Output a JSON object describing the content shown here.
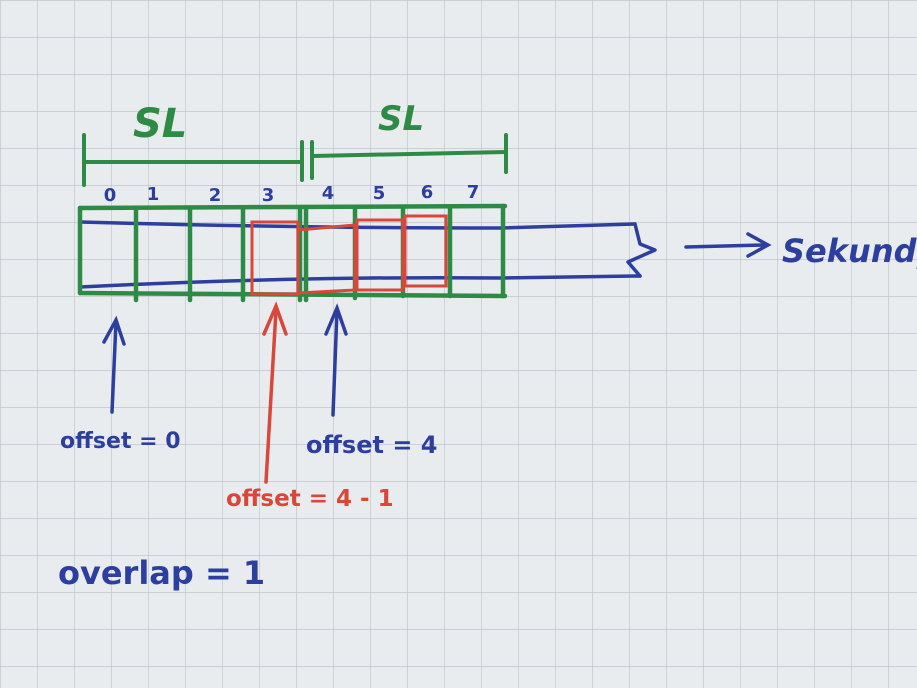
{
  "segments": [
    {
      "label": "SL"
    },
    {
      "label": "SL"
    }
  ],
  "cell_indices": [
    "0",
    "1",
    "2",
    "3",
    "4",
    "5",
    "6",
    "7"
  ],
  "blue_arrow_target": "Sekundy",
  "offsets": [
    {
      "text": "offset = 0"
    },
    {
      "text": "offset = 4"
    },
    {
      "text": "offset = 4 - 1"
    }
  ],
  "overlap_text": "overlap = 1",
  "colors": {
    "paper": "#e9ecef",
    "grid": "#b9bfc6",
    "green": "#2e8b46",
    "blue": "#2c3f9f",
    "red": "#d9463a"
  }
}
